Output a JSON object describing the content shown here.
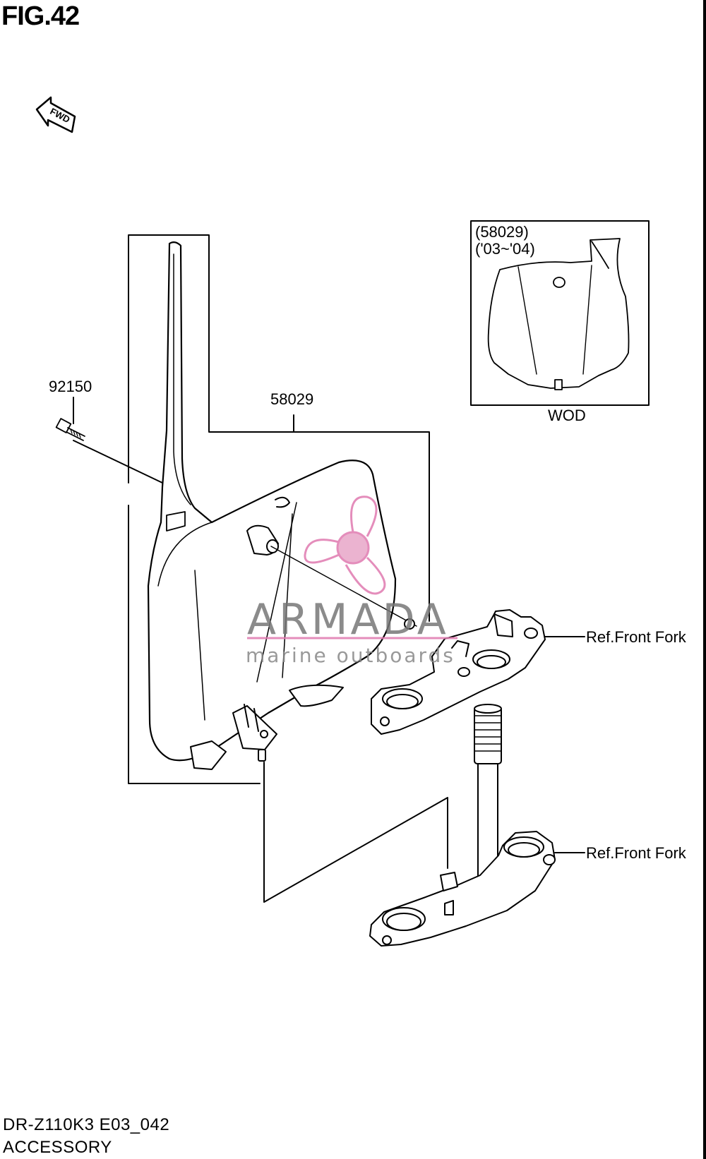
{
  "figure": {
    "title": "FIG.42",
    "fwd_arrow_label": "FWD"
  },
  "parts": {
    "bolt_number": "92150",
    "fender_number": "58029",
    "inset_part_number": "(58029)",
    "inset_years": "('03~'04)",
    "inset_region": "WOD",
    "ref_upper": "Ref.Front Fork",
    "ref_lower": "Ref.Front Fork"
  },
  "watermark": {
    "brand": "ARMADA",
    "tagline": "marine outboards",
    "accent_color": "#e07ab0"
  },
  "footer": {
    "model_code": "DR-Z110K3 E03_042",
    "section": "ACCESSORY"
  }
}
